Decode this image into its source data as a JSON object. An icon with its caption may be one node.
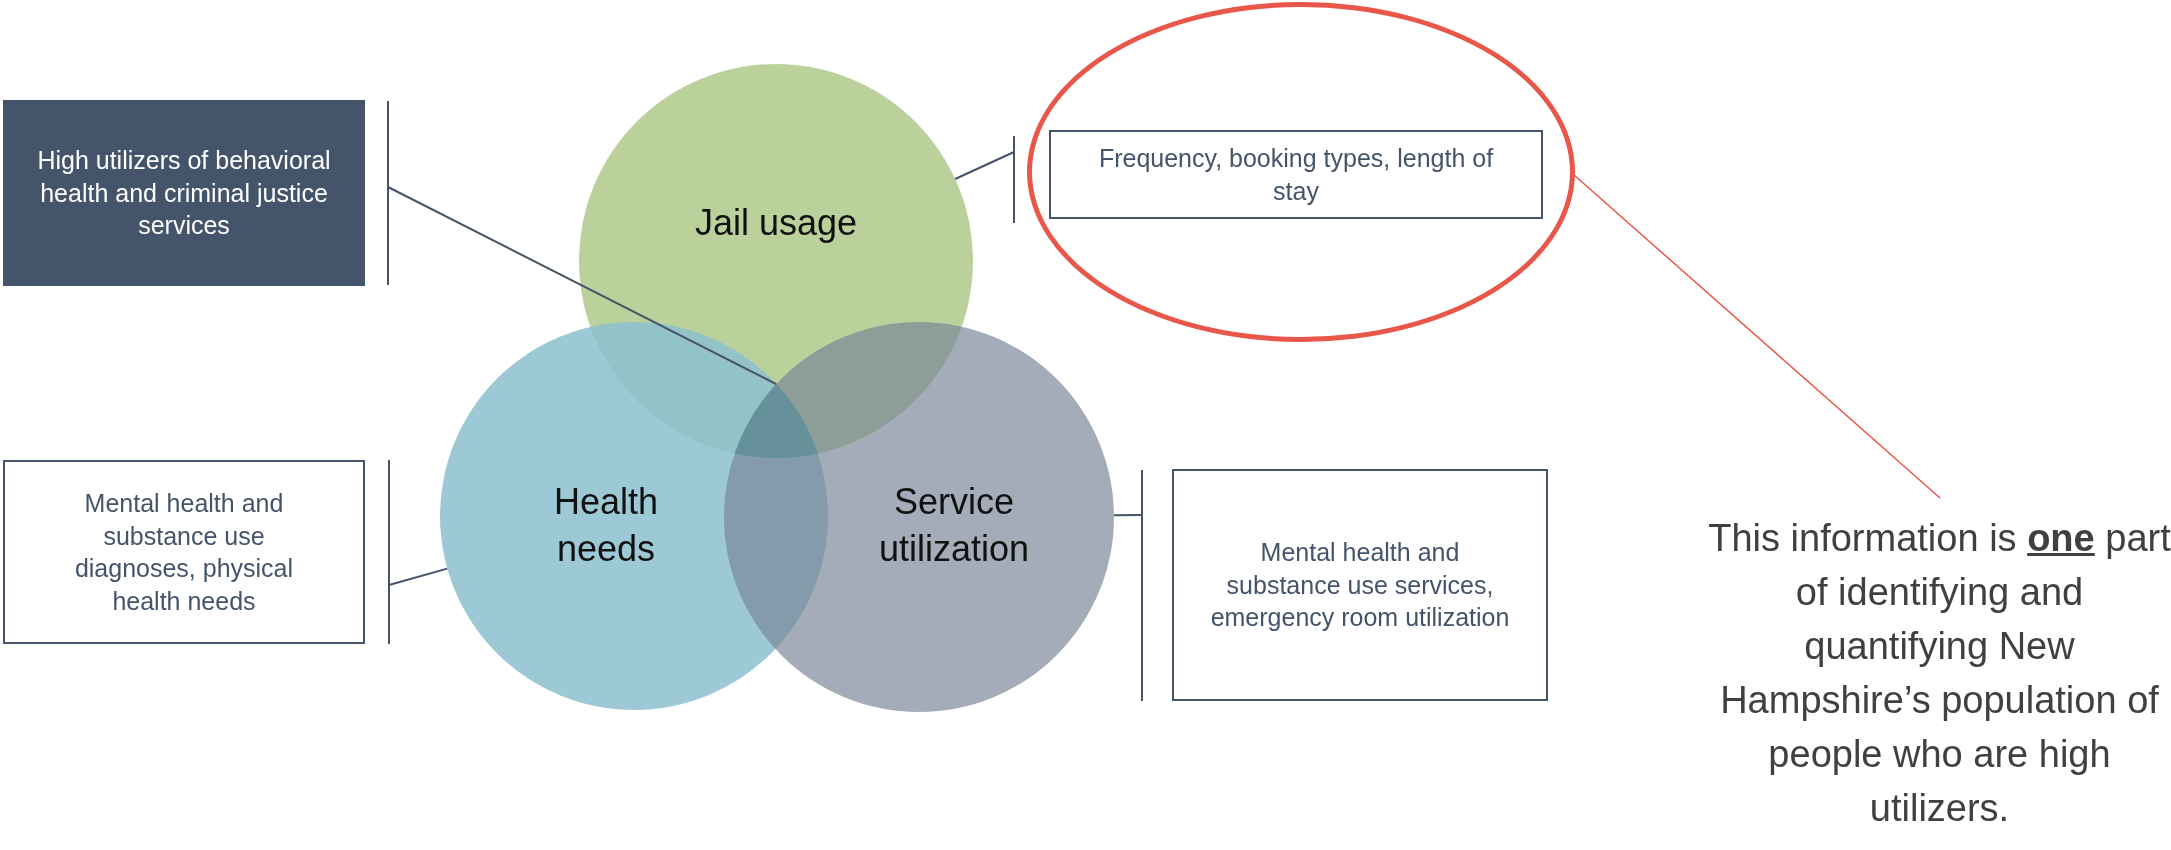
{
  "diagram": {
    "nodes": [
      {
        "text": [
          "High utilizers of behavioral health and criminal justice services"
        ]
      },
      {
        "text": [
          "Jail usage"
        ]
      },
      {
        "text": [
          "Health needs"
        ]
      },
      {
        "text": [
          "Service utilization"
        ]
      },
      {
        "text": [],
        "shape": "ellipse"
      },
      {
        "text": [
          "Frequency, booking types, length of stay"
        ],
        "in": 4
      },
      {
        "text": [
          "Mental health and substance use diagnoses, physical health needs"
        ]
      },
      {
        "text": [
          "Mental health and substance use services, emergency room utilization"
        ]
      },
      {
        "text": [
          "This information is **one** part of identifying and quantifying New Hampshire’s population of people who are high utilizers."
        ]
      },
      {
        "text": [],
        "shape": "triangle"
      }
    ],
    "edges": [
      {
        "from": 0,
        "to": 9,
        "arrow": "none"
      },
      {
        "from": 5,
        "to": 1,
        "arrow": "none"
      },
      {
        "from": 6,
        "to": 2,
        "arrow": "none"
      },
      {
        "from": 7,
        "to": 3,
        "arrow": "none"
      },
      {
        "from": 8,
        "to": 4,
        "arrow": "none",
        "color": "#e8574a"
      }
    ]
  }
}
